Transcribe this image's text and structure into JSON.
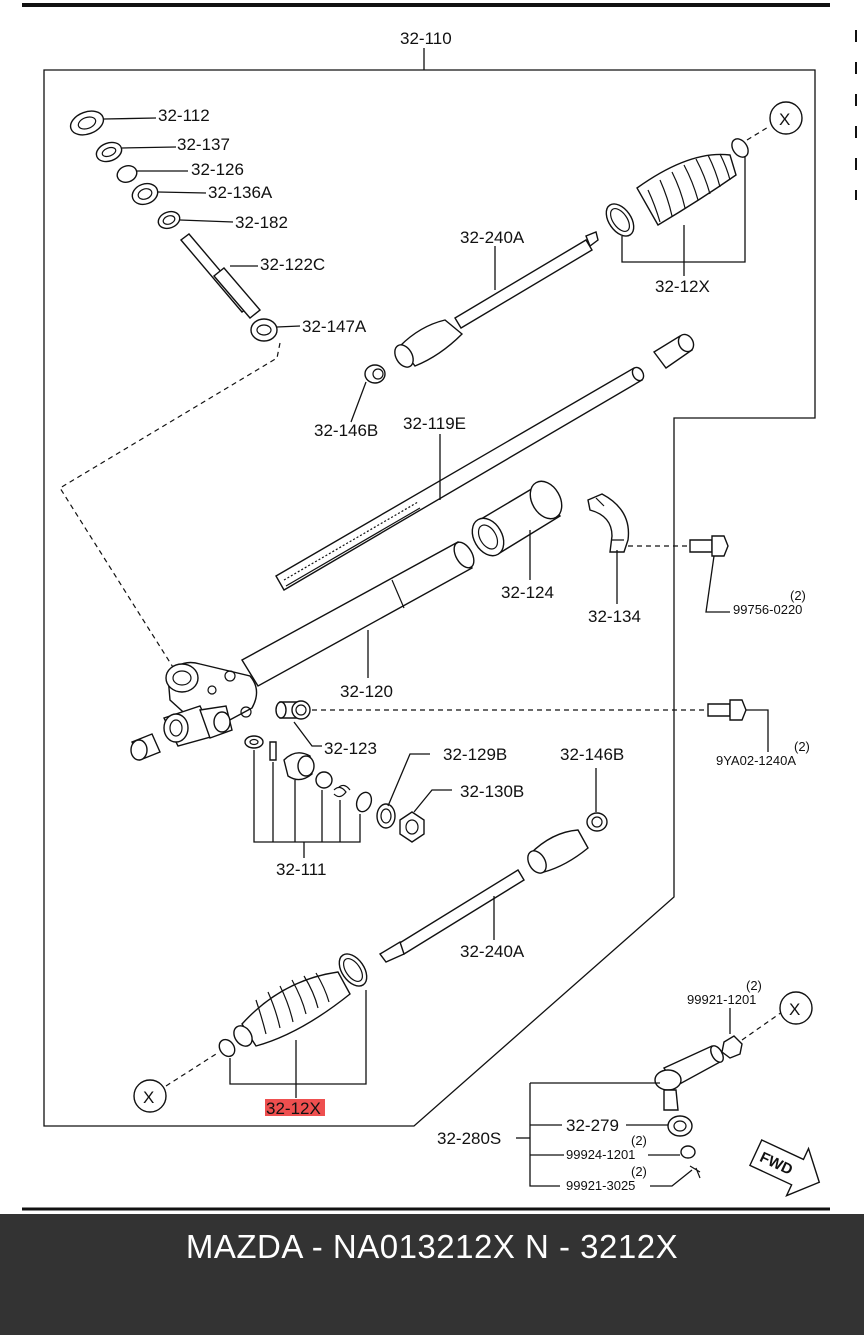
{
  "labels": {
    "assy_top": "32-110",
    "p112": "32-112",
    "p137": "32-137",
    "p126": "32-126",
    "p136a": "32-136A",
    "p182": "32-182",
    "p122c": "32-122C",
    "p147a": "32-147A",
    "p240a_top": "32-240A",
    "p12x_top": "32-12X",
    "p146b_top": "32-146B",
    "p119e": "32-119E",
    "p124": "32-124",
    "p134": "32-134",
    "bolt1_qty": "(2)",
    "bolt1_no": "99756-0220",
    "p120": "32-120",
    "p123": "32-123",
    "bolt2_qty": "(2)",
    "bolt2_no": "9YA02-1240A",
    "p129b": "32-129B",
    "p146b_bot": "32-146B",
    "p130b": "32-130B",
    "p111": "32-111",
    "p240a_bot": "32-240A",
    "nut_qty": "(2)",
    "nut_no": "99921-1201",
    "p12x_bot": "32-12X",
    "p280s": "32-280S",
    "p279": "32-279",
    "wash_qty": "(2)",
    "wash_no": "99924-1201",
    "pin_qty": "(2)",
    "pin_no": "99921-3025",
    "ref_x": "X",
    "fwd": "FWD"
  },
  "highlight_color": "#ee4f4f",
  "footer": {
    "text": "MAZDA - NA013212X   N - 3212X",
    "background": "#333333",
    "color": "#ffffff"
  }
}
